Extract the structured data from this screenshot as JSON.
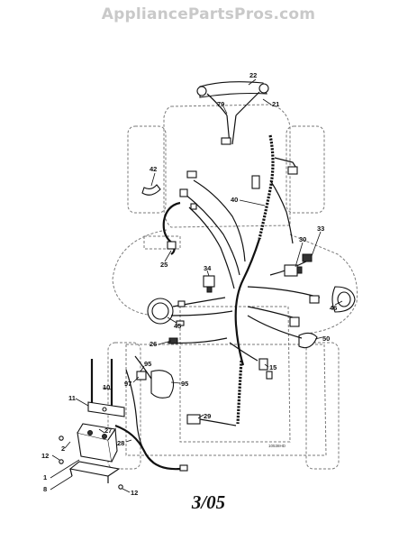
{
  "watermark": "AppliancePartsPros.com",
  "date": "3/05",
  "diagram_number": "10538HD",
  "callouts": [
    "22",
    "79",
    "21",
    "42",
    "40",
    "33",
    "30",
    "25",
    "34",
    "46",
    "45",
    "26",
    "50",
    "95",
    "97",
    "15",
    "95",
    "10",
    "11",
    "29",
    "27",
    "2",
    "28",
    "12",
    "1",
    "8",
    "12"
  ]
}
